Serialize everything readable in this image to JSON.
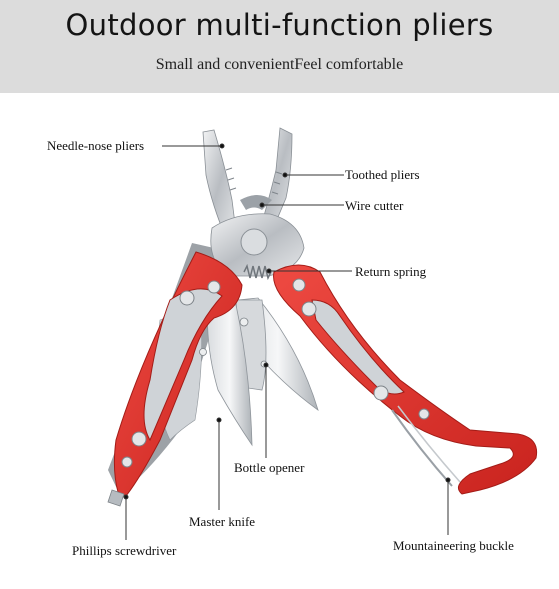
{
  "header": {
    "title": "Outdoor multi-function pliers",
    "subtitle": "Small and convenientFeel comfortable"
  },
  "labels": {
    "needle_nose": "Needle-nose pliers",
    "toothed": "Toothed pliers",
    "wire_cutter": "Wire cutter",
    "return_spring": "Return spring",
    "bottle_opener": "Bottle opener",
    "master_knife": "Master knife",
    "phillips": "Phillips screwdriver",
    "buckle": "Mountaineering buckle"
  },
  "colors": {
    "handle_red": "#e2352f",
    "steel": "#c9ccd0",
    "header_bg": "#dcdcdc"
  }
}
